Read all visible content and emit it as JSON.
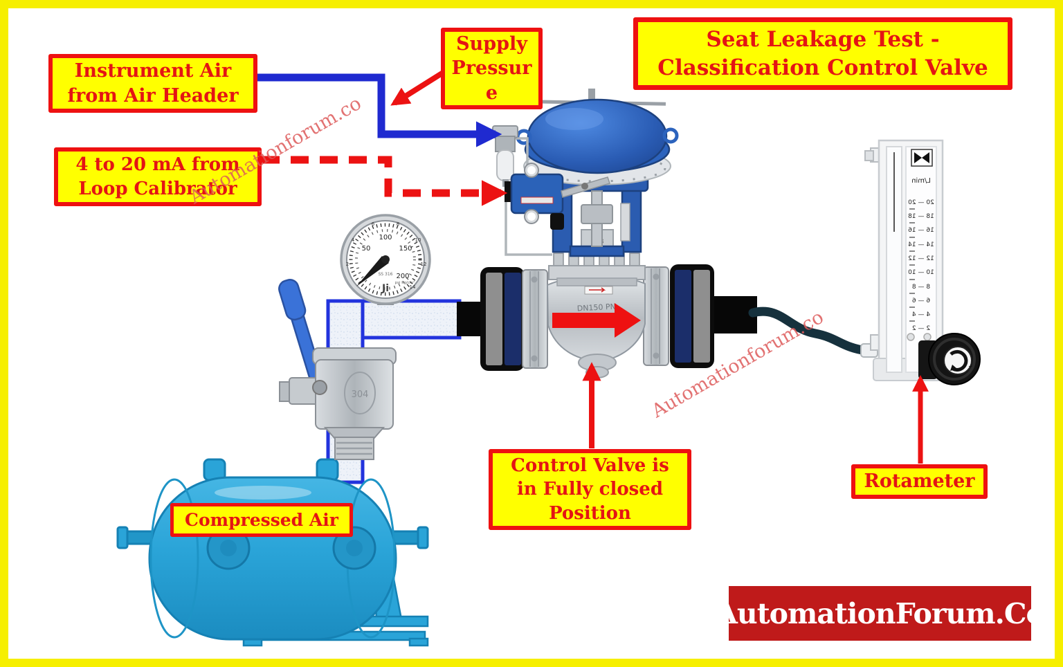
{
  "title": {
    "text": "Seat Leakage Test - Classification Control Valve"
  },
  "labels": {
    "instrument_air": "Instrument Air from Air Header",
    "supply_pressure": "Supply Pressure",
    "loop_calibrator": "4 to 20 mA from Loop Calibrator",
    "control_valve_state": "Control Valve is in Fully closed Position",
    "rotameter": "Rotameter",
    "compressed_air": "Compressed Air"
  },
  "watermark": {
    "text": "Automationforum.co",
    "color": "#dd5a5a"
  },
  "logo": {
    "text": "AutomationForum.Co",
    "bg": "#bf1a1a",
    "fg": "#ffffff"
  },
  "gauge": {
    "brand": "Ji",
    "note": "SS 316",
    "units": "psi kg/cm²",
    "inner": [
      "50",
      "100",
      "150",
      "200"
    ],
    "outer": [
      "2",
      "4",
      "6",
      "8",
      "10",
      "12",
      "14"
    ]
  },
  "rotameter": {
    "unit": "L/min",
    "rows": [
      "20 — 20",
      "18 — 18",
      "16 — 16",
      "14 — 14",
      "12 — 12",
      "10 — 10",
      "8 — 8",
      "6 — 6",
      "4 — 4",
      "2 — 2"
    ]
  },
  "valve": {
    "size_text": "DN150 PN",
    "bonnet_text": "CF8"
  },
  "ball_valve": {
    "cast_text": "304"
  },
  "colors": {
    "frame_yellow": "#f6ef00",
    "label_yellow": "#ffff00",
    "label_red": "#ee1111",
    "air_line_blue": "#1f2ad0",
    "signal_red": "#ec1212",
    "tank_blue": "#2aa4d8",
    "actuator_blue": "#2c63bd",
    "logo_red": "#bf1a1a"
  }
}
